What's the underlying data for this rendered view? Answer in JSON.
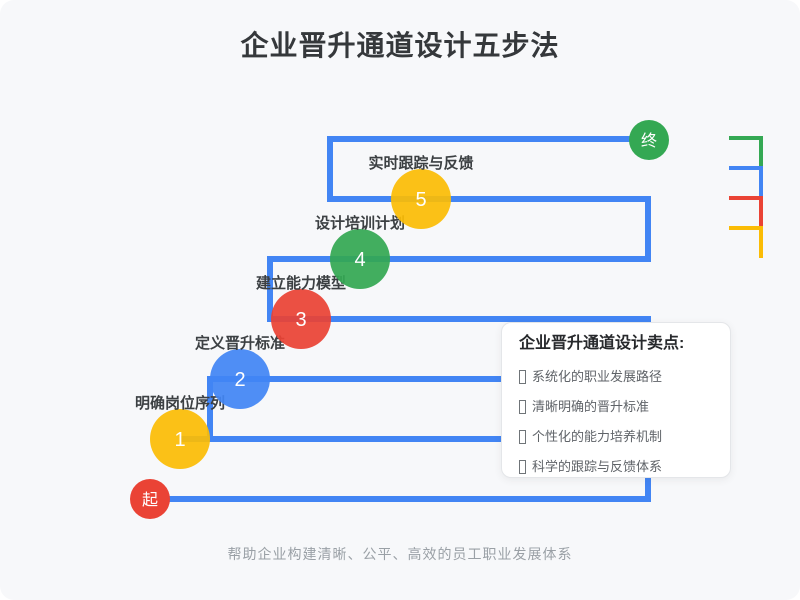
{
  "title": "企业晋升通道设计五步法",
  "footer": "帮助企业构建清晰、公平、高效的员工职业发展体系",
  "colors": {
    "background": "#f7f8fa",
    "line": "#4285f4",
    "red": "#ea4335",
    "yellow": "#fbbc05",
    "green": "#34a853",
    "blue": "#4285f4"
  },
  "start_node": {
    "label": "起",
    "color": "#ea4335"
  },
  "end_node": {
    "label": "终",
    "color": "#34a853"
  },
  "steps": [
    {
      "number": "1",
      "label": "明确岗位序列",
      "color": "#fbbc05"
    },
    {
      "number": "2",
      "label": "定义晋升标准",
      "color": "#4285f4"
    },
    {
      "number": "3",
      "label": "建立能力模型",
      "color": "#ea4335"
    },
    {
      "number": "4",
      "label": "设计培训计划",
      "color": "#34a853"
    },
    {
      "number": "5",
      "label": "实时跟踪与反馈",
      "color": "#fbbc05"
    }
  ],
  "card": {
    "title": "企业晋升通道设计卖点:",
    "bullet_icon": "missing-glyph-box",
    "items": [
      "系统化的职业发展路径",
      "清晰明确的晋升标准",
      "个性化的能力培养机制",
      "科学的跟踪与反馈体系"
    ]
  },
  "decoration": {
    "colors": [
      "#34a853",
      "#4285f4",
      "#ea4335",
      "#fbbc05"
    ]
  }
}
